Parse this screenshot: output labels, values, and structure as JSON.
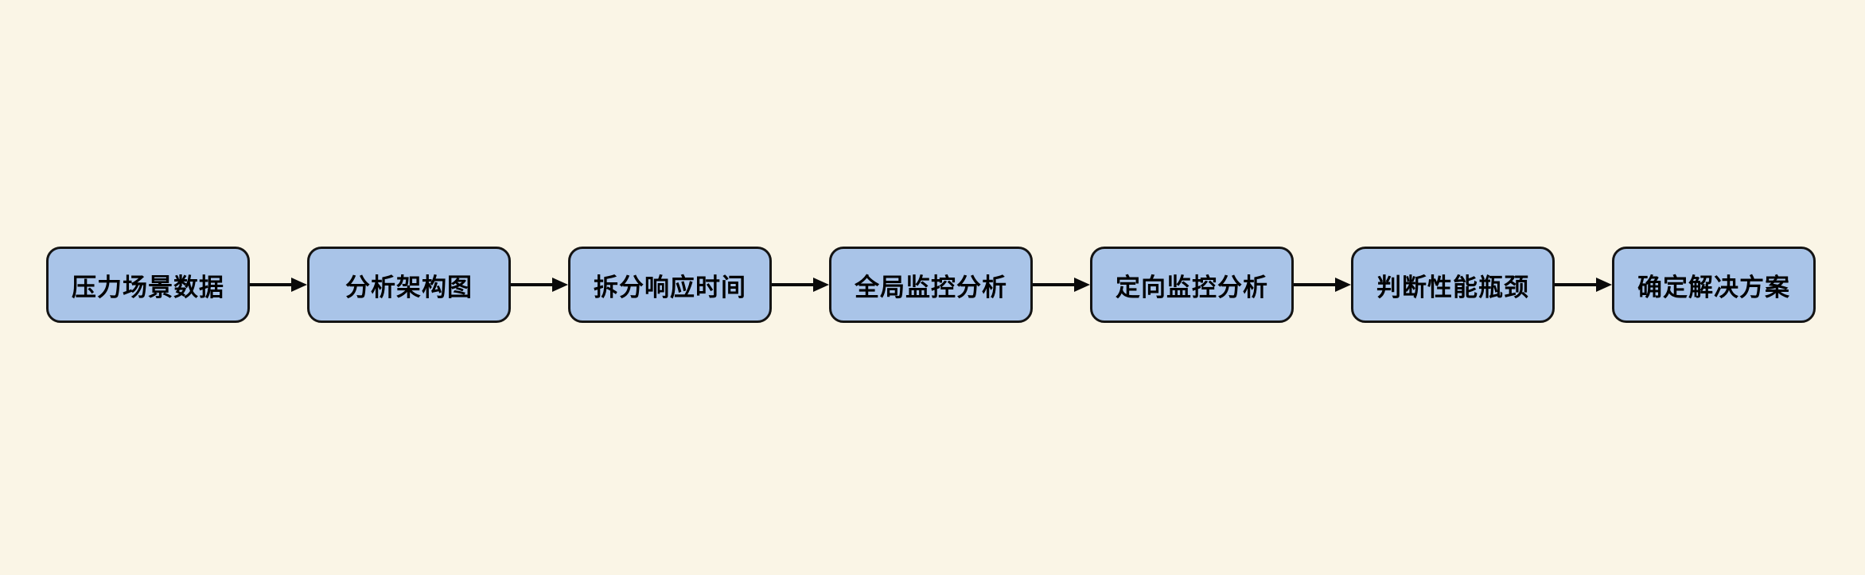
{
  "diagram": {
    "type": "flowchart",
    "direction": "left-to-right",
    "background_color": "#FAF5E6",
    "node_fill_color": "#A9C4E8",
    "node_border_color": "#141414",
    "arrow_color": "#0A0A0A",
    "text_color": "#000000",
    "steps": [
      {
        "label": "压力场景数据"
      },
      {
        "label": "分析架构图"
      },
      {
        "label": "拆分响应时间"
      },
      {
        "label": "全局监控分析"
      },
      {
        "label": "定向监控分析"
      },
      {
        "label": "判断性能瓶颈"
      },
      {
        "label": "确定解决方案"
      }
    ],
    "connections": [
      {
        "from": "压力场景数据",
        "to": "分析架构图"
      },
      {
        "from": "分析架构图",
        "to": "拆分响应时间"
      },
      {
        "from": "拆分响应时间",
        "to": "全局监控分析"
      },
      {
        "from": "全局监控分析",
        "to": "定向监控分析"
      },
      {
        "from": "定向监控分析",
        "to": "判断性能瓶颈"
      },
      {
        "from": "判断性能瓶颈",
        "to": "确定解决方案"
      }
    ]
  }
}
